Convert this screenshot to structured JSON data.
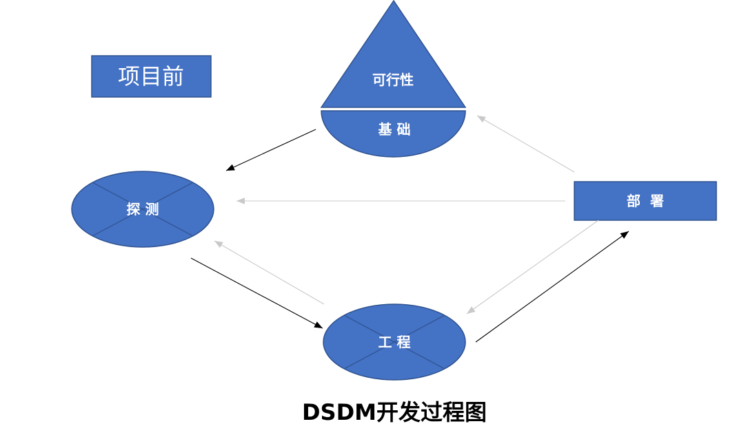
{
  "diagram": {
    "pre_project": {
      "label": "项目前"
    },
    "feasibility": {
      "label": "可行性"
    },
    "foundation": {
      "label": "基 础"
    },
    "exploration": {
      "label": "探 测"
    },
    "engineering": {
      "label": "工 程"
    },
    "deployment": {
      "label": "部  署"
    },
    "title": "DSDM开发过程图"
  },
  "colors": {
    "node_fill": "#4472C4",
    "node_stroke": "#2F528F",
    "node_text": "#FFFFFF",
    "arrow_primary": "#000000",
    "arrow_secondary": "#C9C9C9",
    "title_text": "#000000"
  }
}
